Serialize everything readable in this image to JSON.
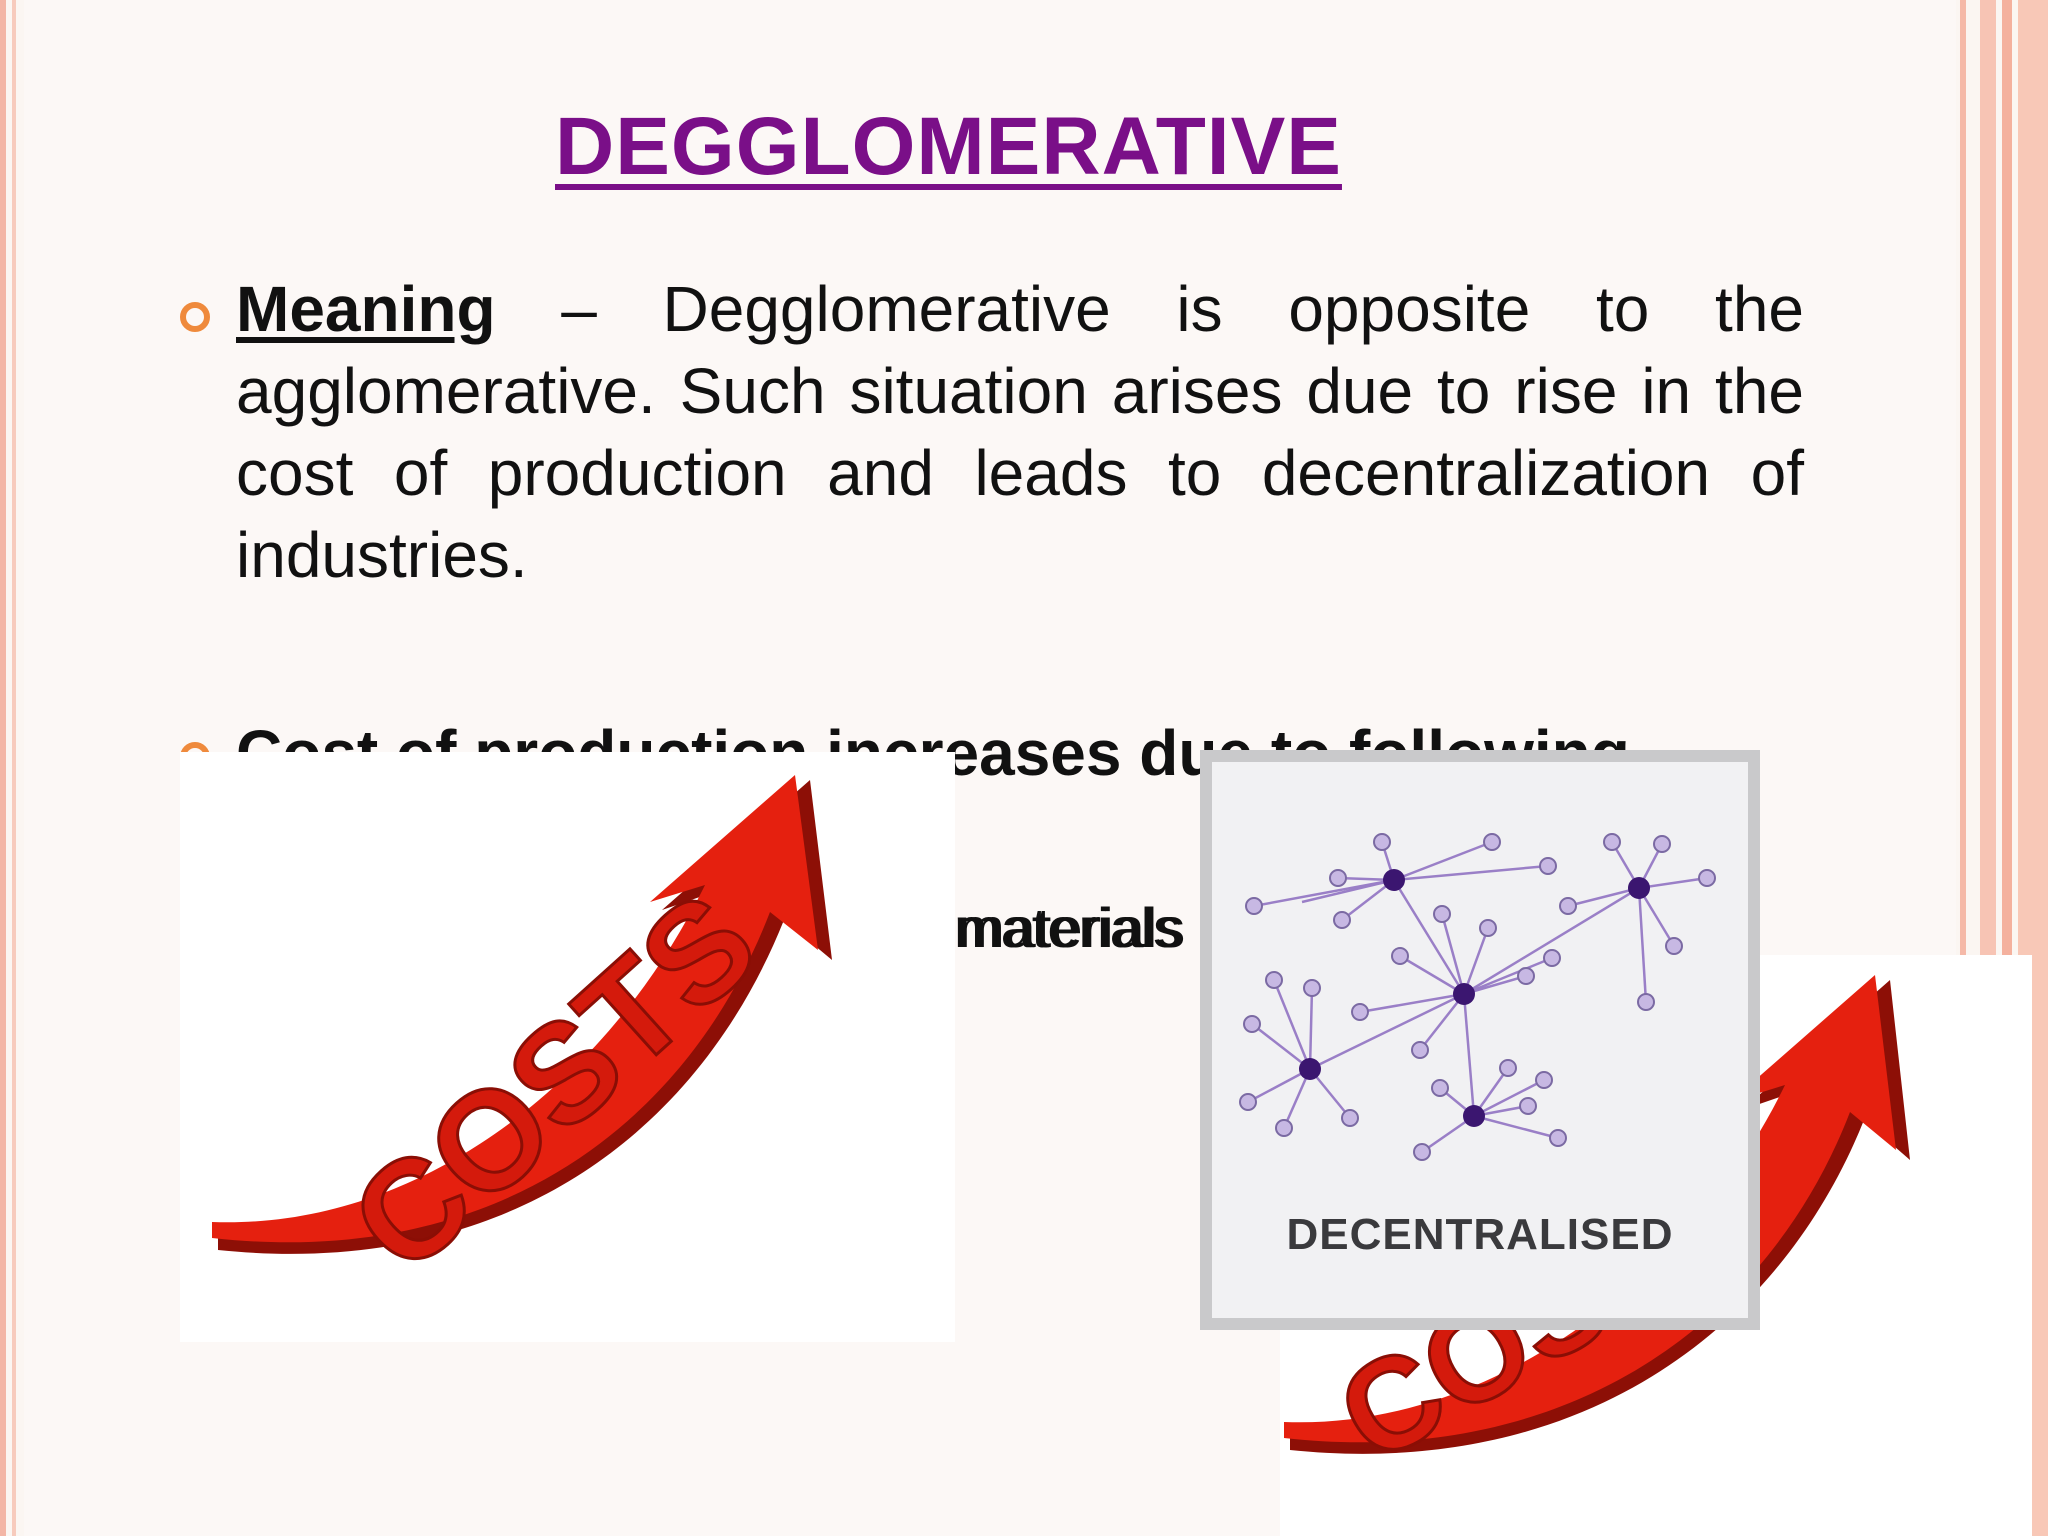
{
  "slide": {
    "title": "DEGGLOMERATIVE",
    "bullet1": {
      "lead": "Meaning",
      "text": " – Degglomerative is opposite to the agglomerative. Such situation arises due to rise in the cost of production and leads to decentralization of industries."
    },
    "bullet2": {
      "text": "Cost of production increases due to following"
    },
    "partial_text": "materials",
    "images": {
      "cost_arrow_label": "COSTS",
      "decentralised_label": "DECENTRALISED"
    }
  },
  "colors": {
    "title": "#7a0f88",
    "bullet": "#ef8a3c",
    "arrow": "#e5200f",
    "stripe": "#f6b9a6"
  }
}
